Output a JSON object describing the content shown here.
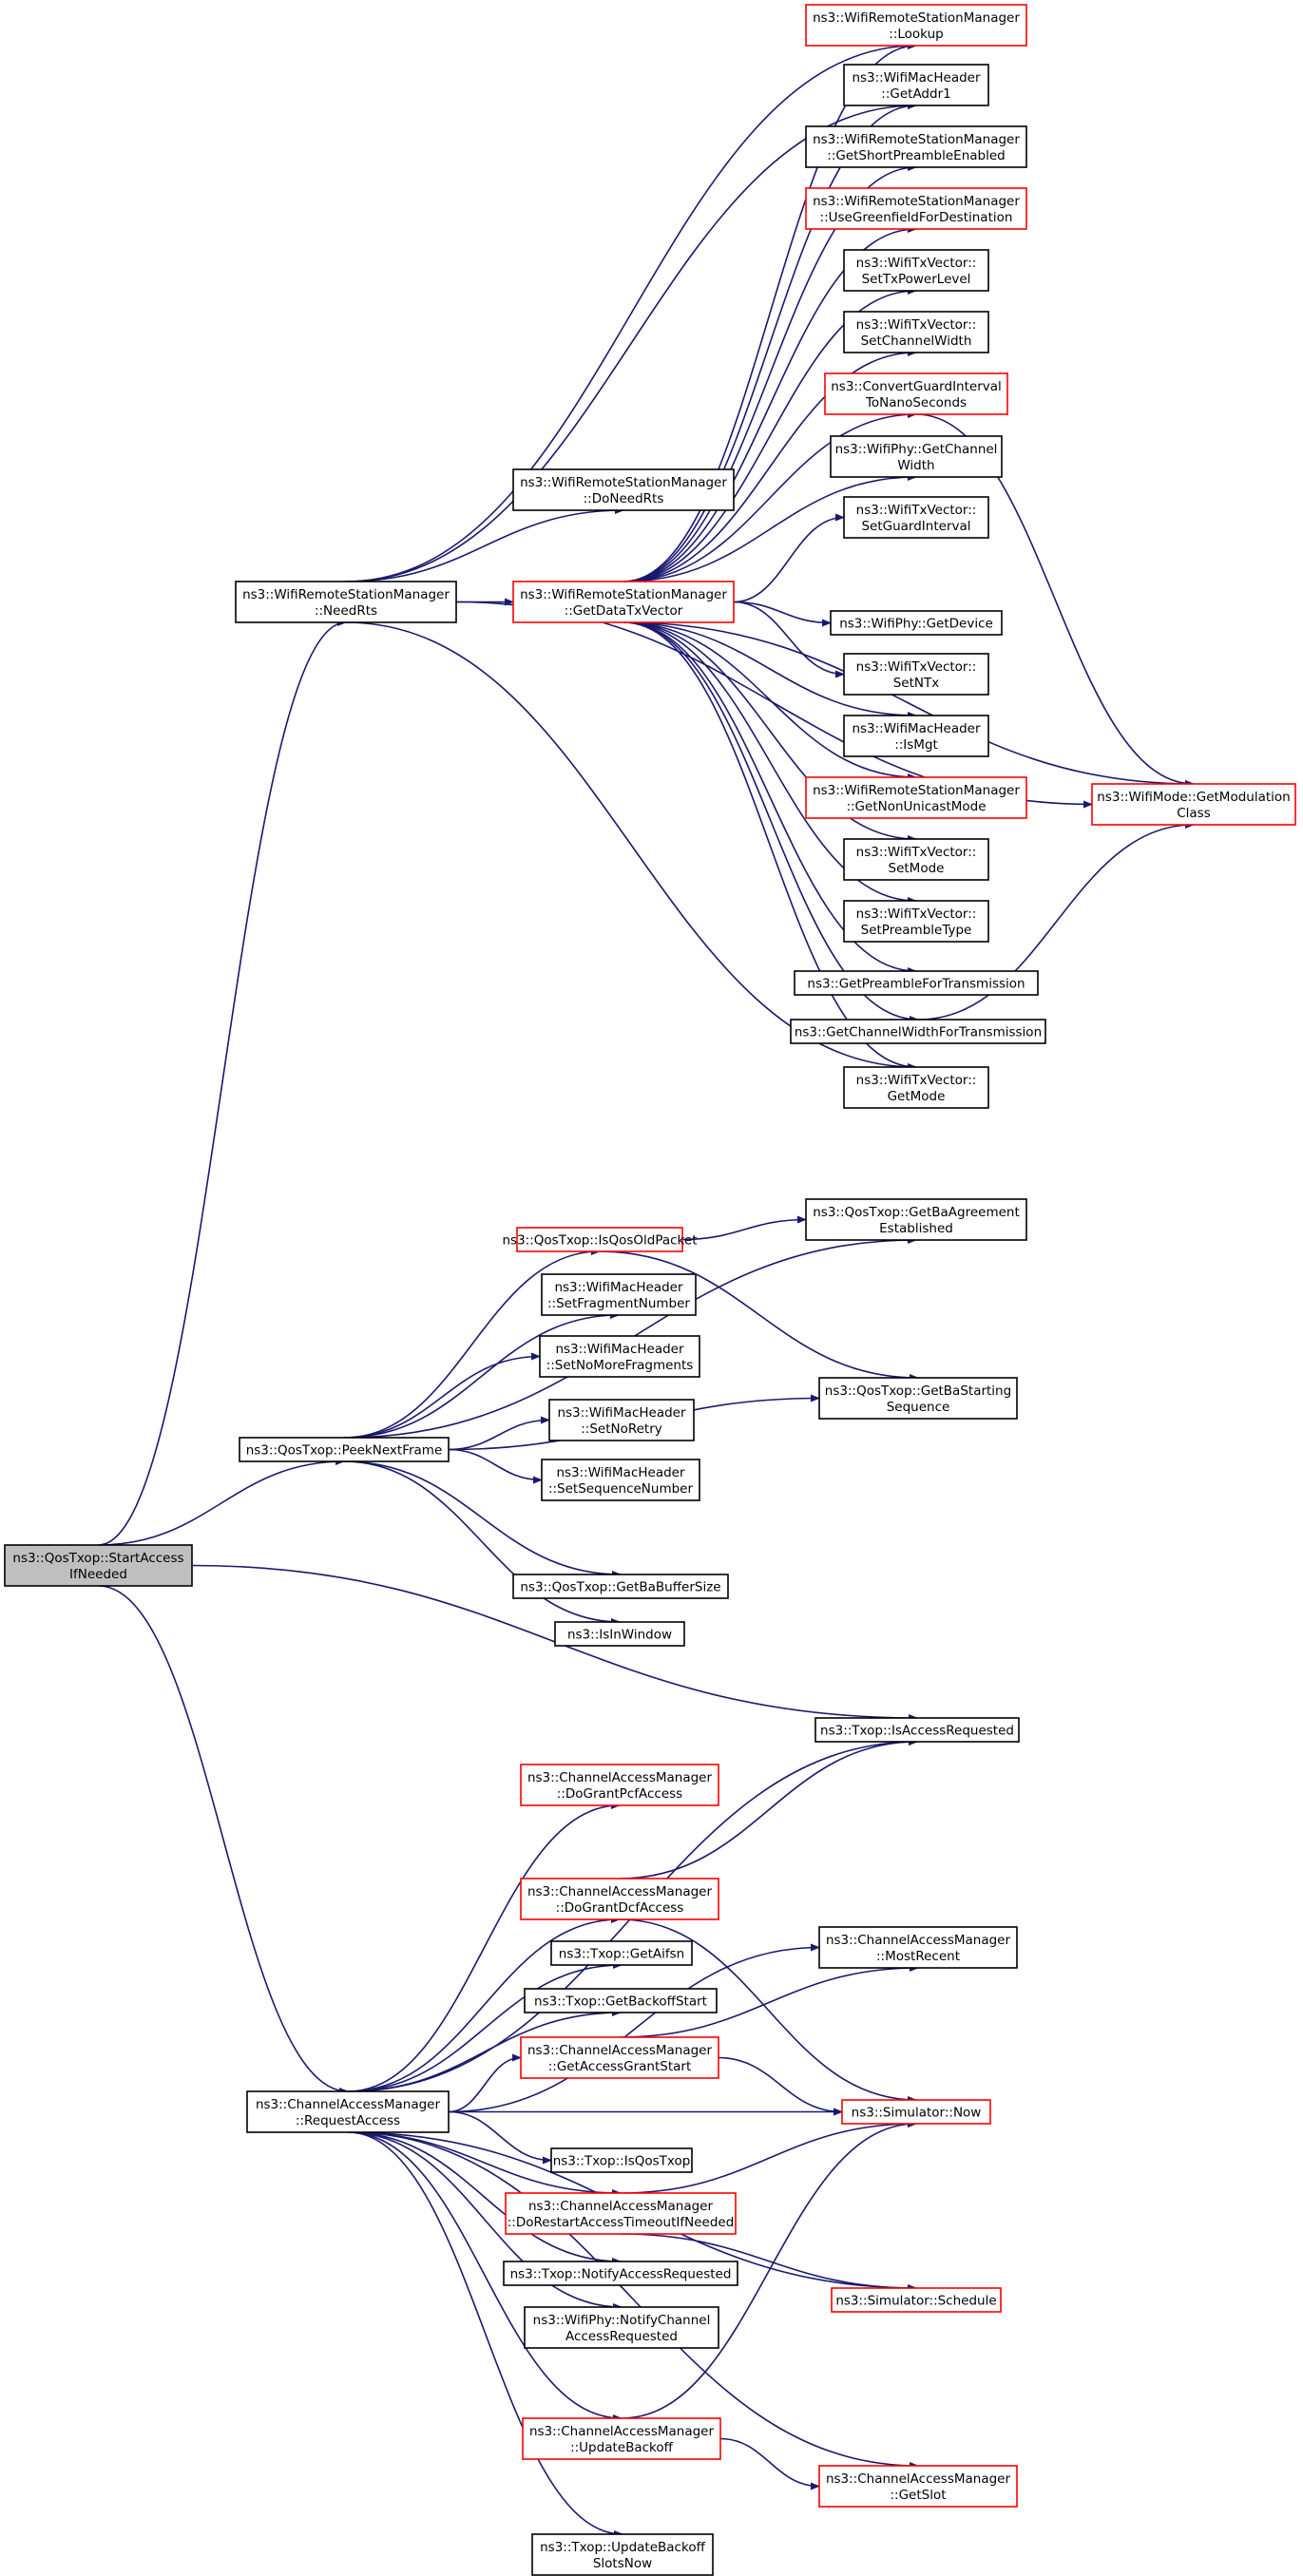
{
  "colors": {
    "edge": "#191970",
    "root_fill": "#bfbfbf",
    "border_default": "#000000",
    "border_truncated": "#ff0000"
  },
  "nodes": {
    "root": [
      "ns3::QosTxop::StartAccess",
      "IfNeeded"
    ],
    "needRts": [
      "ns3::WifiRemoteStationManager",
      "::NeedRts"
    ],
    "peekNextFrame": [
      "ns3::QosTxop::PeekNextFrame"
    ],
    "requestAccess": [
      "ns3::ChannelAccessManager",
      "::RequestAccess"
    ],
    "lookup": [
      "ns3::WifiRemoteStationManager",
      "::Lookup"
    ],
    "getAddr1": [
      "ns3::WifiMacHeader",
      "::GetAddr1"
    ],
    "getShortPreamble": [
      "ns3::WifiRemoteStationManager",
      "::GetShortPreambleEnabled"
    ],
    "useGreenfield": [
      "ns3::WifiRemoteStationManager",
      "::UseGreenfieldForDestination"
    ],
    "setTxPowerLevel": [
      "ns3::WifiTxVector::",
      "SetTxPowerLevel"
    ],
    "setChannelWidth": [
      "ns3::WifiTxVector::",
      "SetChannelWidth"
    ],
    "convertGuard": [
      "ns3::ConvertGuardInterval",
      "ToNanoSeconds"
    ],
    "phyGetChannelWidth": [
      "ns3::WifiPhy::GetChannel",
      "Width"
    ],
    "doNeedRts": [
      "ns3::WifiRemoteStationManager",
      "::DoNeedRts"
    ],
    "setGuardInterval": [
      "ns3::WifiTxVector::",
      "SetGuardInterval"
    ],
    "getDataTxVector": [
      "ns3::WifiRemoteStationManager",
      "::GetDataTxVector"
    ],
    "getDevice": [
      "ns3::WifiPhy::GetDevice"
    ],
    "setNTx": [
      "ns3::WifiTxVector::",
      "SetNTx"
    ],
    "isMgt": [
      "ns3::WifiMacHeader",
      "::IsMgt"
    ],
    "getNonUnicast": [
      "ns3::WifiRemoteStationManager",
      "::GetNonUnicastMode"
    ],
    "getModClass": [
      "ns3::WifiMode::GetModulation",
      "Class"
    ],
    "setMode": [
      "ns3::WifiTxVector::",
      "SetMode"
    ],
    "setPreambleType": [
      "ns3::WifiTxVector::",
      "SetPreambleType"
    ],
    "getPreambleForTx": [
      "ns3::GetPreambleForTransmission"
    ],
    "getChannelWidthForTx": [
      "ns3::GetChannelWidthForTransmission"
    ],
    "getMode": [
      "ns3::WifiTxVector::",
      "GetMode"
    ],
    "baAgreement": [
      "ns3::QosTxop::GetBaAgreement",
      "Established"
    ],
    "isQosOld": [
      "ns3::QosTxop::IsQosOldPacket"
    ],
    "setFragNum": [
      "ns3::WifiMacHeader",
      "::SetFragmentNumber"
    ],
    "setNoMoreFrag": [
      "ns3::WifiMacHeader",
      "::SetNoMoreFragments"
    ],
    "baStarting": [
      "ns3::QosTxop::GetBaStarting",
      "Sequence"
    ],
    "setNoRetry": [
      "ns3::WifiMacHeader",
      "::SetNoRetry"
    ],
    "setSeqNum": [
      "ns3::WifiMacHeader",
      "::SetSequenceNumber"
    ],
    "baBufferSize": [
      "ns3::QosTxop::GetBaBufferSize"
    ],
    "isInWindow": [
      "ns3::IsInWindow"
    ],
    "isAccessRequested": [
      "ns3::Txop::IsAccessRequested"
    ],
    "doGrantPcf": [
      "ns3::ChannelAccessManager",
      "::DoGrantPcfAccess"
    ],
    "doGrantDcf": [
      "ns3::ChannelAccessManager",
      "::DoGrantDcfAccess"
    ],
    "mostRecent": [
      "ns3::ChannelAccessManager",
      "::MostRecent"
    ],
    "getAifsn": [
      "ns3::Txop::GetAifsn"
    ],
    "getBackoffStart": [
      "ns3::Txop::GetBackoffStart"
    ],
    "getAccessGrant": [
      "ns3::ChannelAccessManager",
      "::GetAccessGrantStart"
    ],
    "simNow": [
      "ns3::Simulator::Now"
    ],
    "isQosTxop": [
      "ns3::Txop::IsQosTxop"
    ],
    "doRestart": [
      "ns3::ChannelAccessManager",
      "::DoRestartAccessTimeoutIfNeeded"
    ],
    "notifyAccessReq": [
      "ns3::Txop::NotifyAccessRequested"
    ],
    "simSchedule": [
      "ns3::Simulator::Schedule"
    ],
    "phyNotify": [
      "ns3::WifiPhy::NotifyChannel",
      "AccessRequested"
    ],
    "updateBackoff": [
      "ns3::ChannelAccessManager",
      "::UpdateBackoff"
    ],
    "getSlot": [
      "ns3::ChannelAccessManager",
      "::GetSlot"
    ],
    "updateBackoffSlots": [
      "ns3::Txop::UpdateBackoff",
      "SlotsNow"
    ]
  }
}
